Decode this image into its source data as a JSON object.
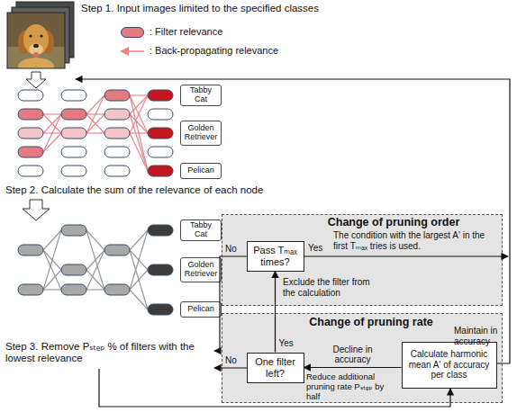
{
  "diagram": {
    "nodes": [
      {
        "text": [
          "Tabby Cat"
        ]
      },
      {
        "text": [
          "Golden Retriever"
        ]
      },
      {
        "text": [
          "Pelican"
        ]
      },
      {
        "text": [
          "Tabby Cat"
        ]
      },
      {
        "text": [
          "Golden Retriever"
        ]
      },
      {
        "text": [
          "Pelican"
        ]
      },
      {
        "text": [
          "Change of pruning order"
        ]
      },
      {
        "text": [
          "Pass Tₘₐₓ times?"
        ],
        "in": 6
      },
      {
        "text": [
          "Change of pruning rate"
        ]
      },
      {
        "text": [
          "One filter left?"
        ],
        "in": 8
      },
      {
        "text": [
          "Calculate harmonic mean A' of accuracy per class"
        ],
        "in": 8
      }
    ],
    "edges": [
      {
        "from": 9,
        "to": 7,
        "arrow": "to",
        "label": "Yes"
      },
      {
        "from": 10,
        "to": 9,
        "arrow": "to",
        "label": "Decline in accuracy"
      }
    ],
    "labels": [
      "Step 1. Input images limited to the specified classes",
      "Step 2. Calculate the sum of the relevance of each node",
      "Step 3. Remove Pₛₜₑₚ % of filters with the lowest relevance",
      "No",
      "Yes",
      "The condition with the largest A' in the first Tₘₐₓ tries is used.",
      "Exclude the filter from the calculation",
      "Maintain in accuracy",
      "No",
      "Reduce additional pruning rate Pₛₜₑₚ by half"
    ],
    "legend": [
      {
        "text": ": Filter relevance",
        "color": "#e27a80"
      },
      {
        "text": ": Back-propagating relevance"
      }
    ]
  }
}
